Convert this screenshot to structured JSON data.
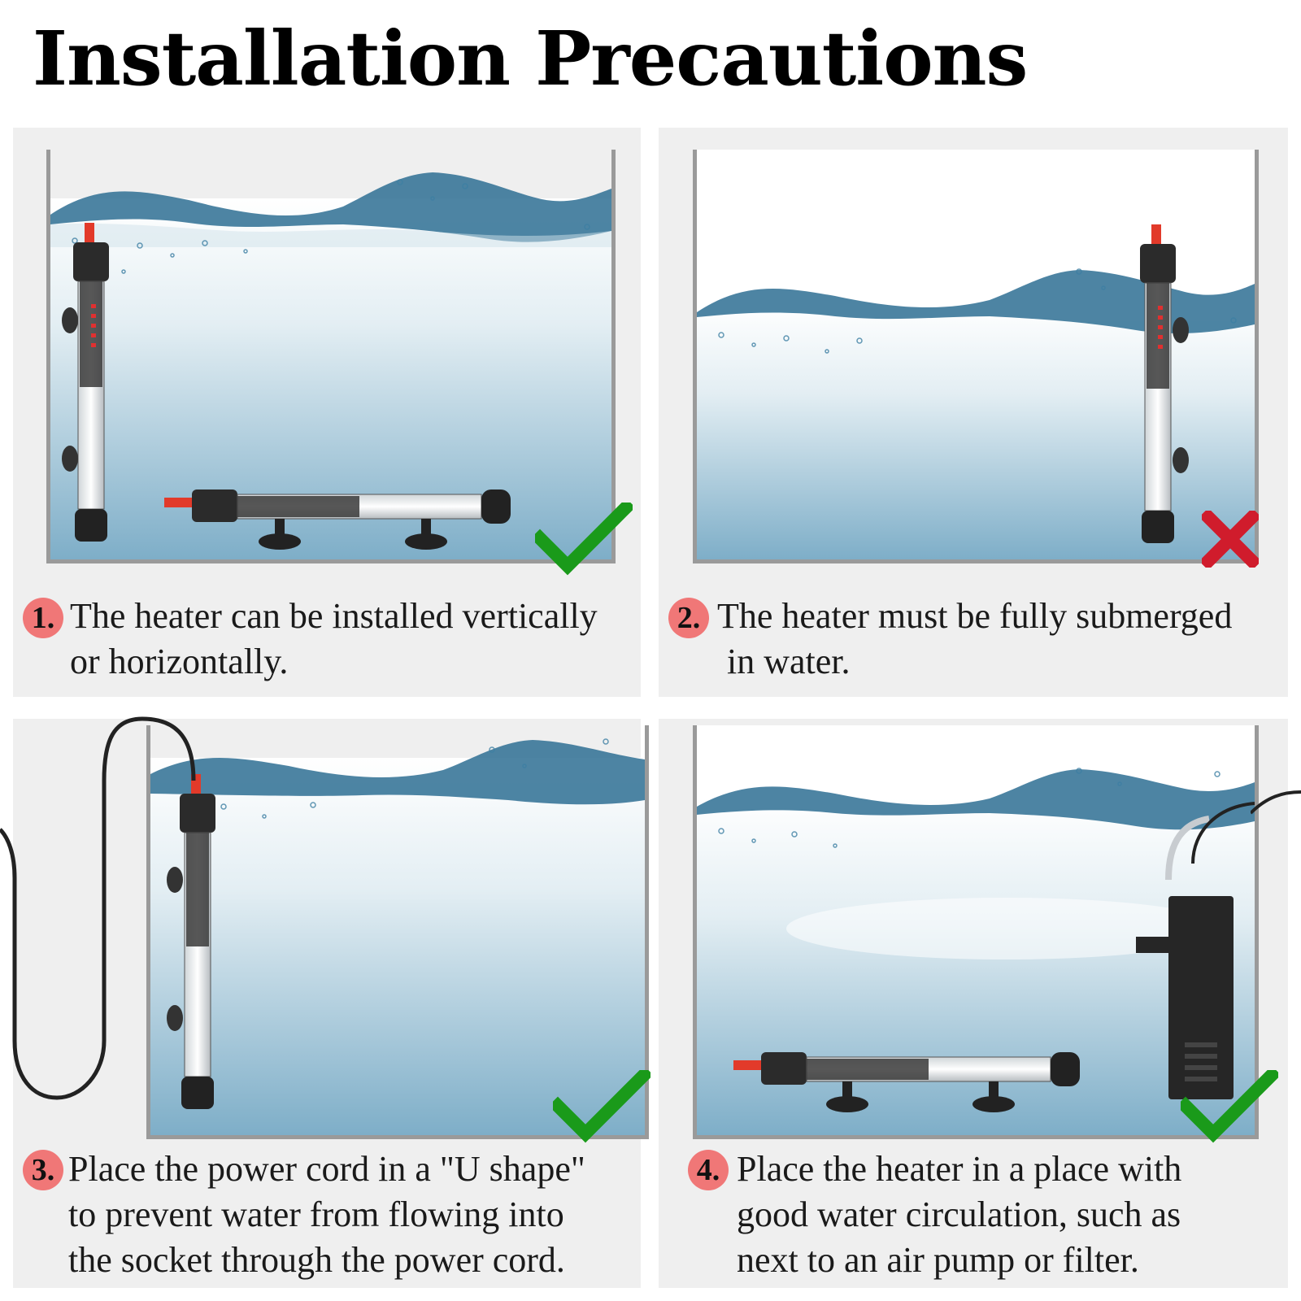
{
  "title": "Installation Precautions",
  "panels": [
    {
      "number": "1.",
      "lines": [
        "The heater can be installed vertically",
        "or horizontally."
      ],
      "status": "check"
    },
    {
      "number": "2.",
      "lines": [
        "The heater must be fully submerged",
        "in water."
      ],
      "status": "cross"
    },
    {
      "number": "3.",
      "lines": [
        "Place the power cord in a \"U shape\"",
        "to prevent water from flowing into",
        "the socket through the power cord."
      ],
      "status": "check"
    },
    {
      "number": "4.",
      "lines": [
        "Place the heater in a place with",
        "good water circulation, such as",
        "next to an air pump or filter."
      ],
      "status": "check"
    }
  ],
  "colors": {
    "check": "#1a9a1a",
    "cross": "#d01c2c",
    "badge": "#f07777",
    "water_deep": "#7fb0c9",
    "wave": "#2e6f93"
  }
}
